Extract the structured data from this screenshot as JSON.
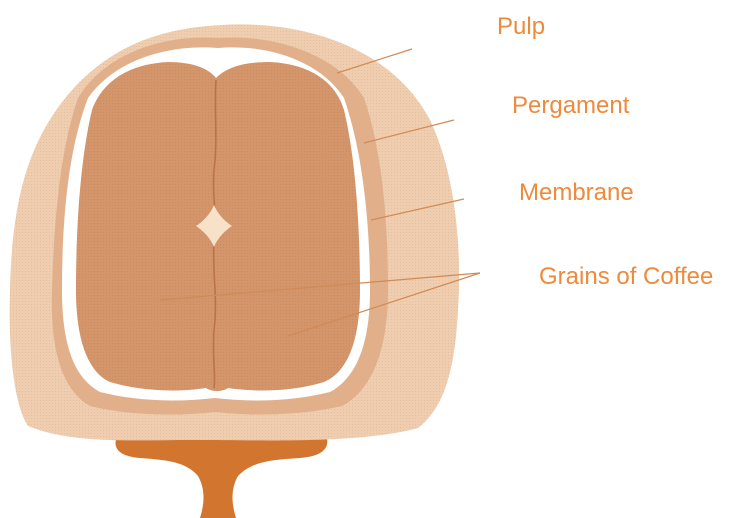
{
  "labels": {
    "pulp": "Pulp",
    "pergament": "Pergament",
    "membrane": "Membrane",
    "grains": "Grains of Coffee"
  },
  "colors": {
    "label_text": "#EE8A3C",
    "pulp": "#EFCDAE",
    "pergament": "#E1B08A",
    "membrane": "#FFFFFF",
    "bean": "#D4956A",
    "stem": "#D2752F",
    "leader_line": "#D08A55"
  }
}
